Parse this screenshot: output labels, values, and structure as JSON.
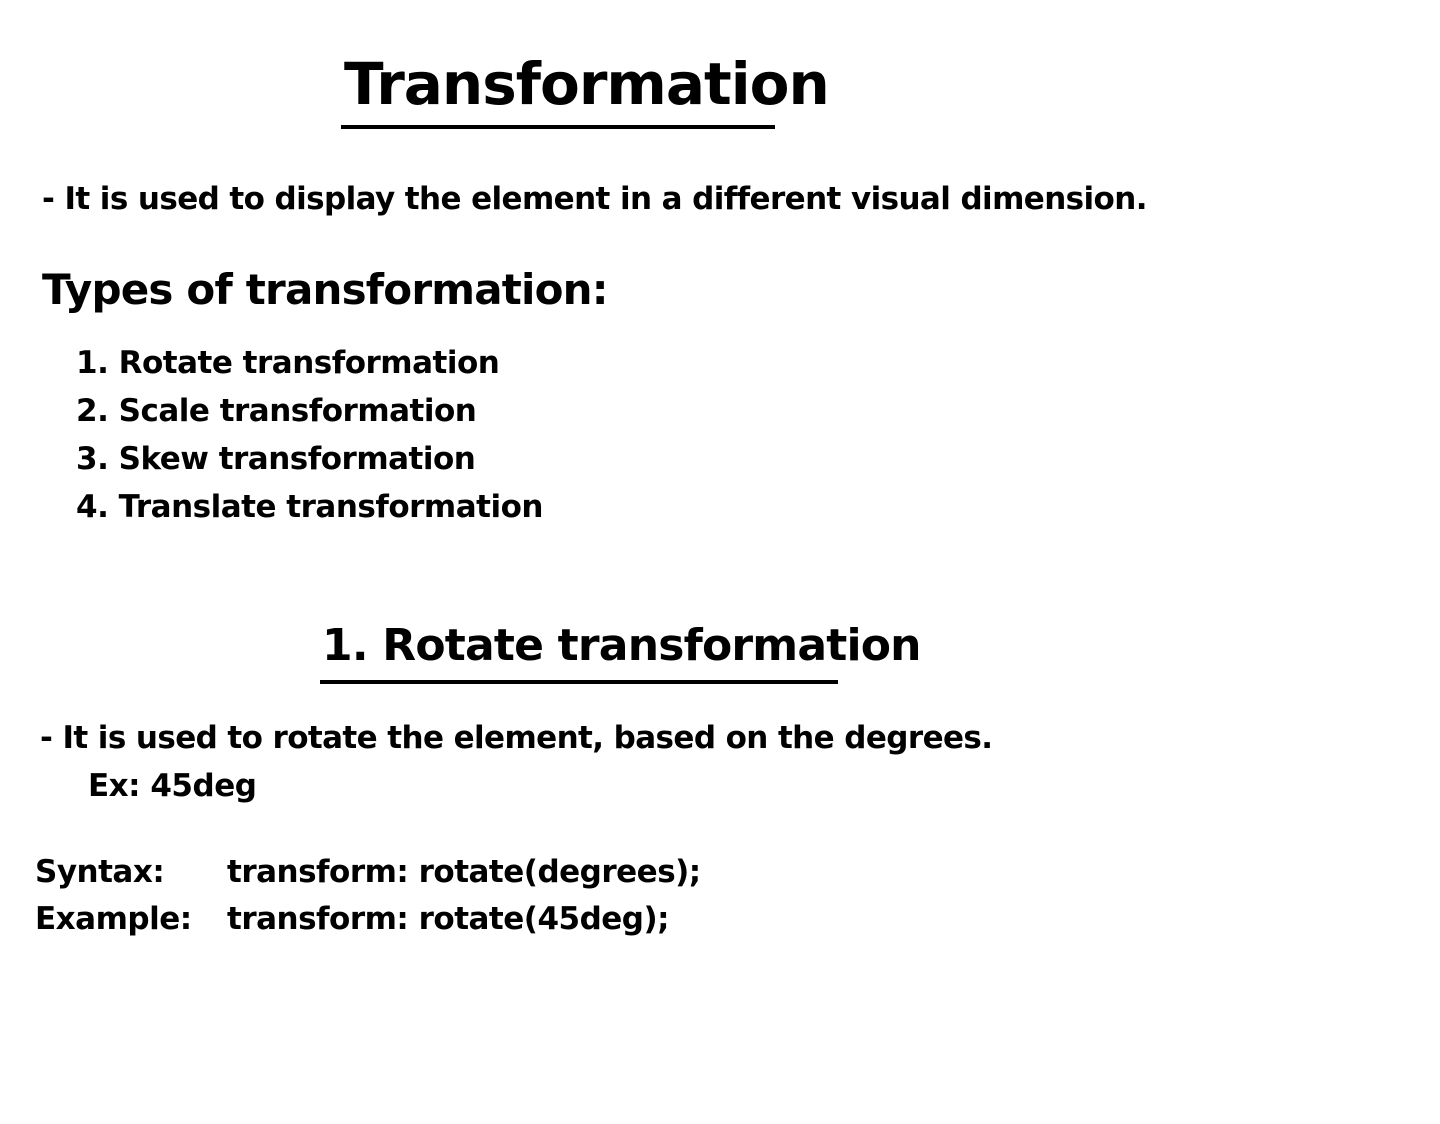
{
  "title": "Transformation",
  "intro": "- It is used to display the element in a different visual dimension.",
  "types": {
    "heading": "Types of transformation:",
    "items": [
      "1. Rotate transformation",
      "2. Scale transformation",
      "3. Skew transformation",
      "4. Translate transformation"
    ]
  },
  "rotate_section": {
    "title": "1. Rotate transformation",
    "description": "- It is used to rotate the element, based on the degrees.",
    "example_note": "Ex: 45deg",
    "syntax_label": "Syntax:",
    "syntax_value": "transform: rotate(degrees);",
    "example_label": "Example:",
    "example_value": "transform: rotate(45deg);"
  }
}
